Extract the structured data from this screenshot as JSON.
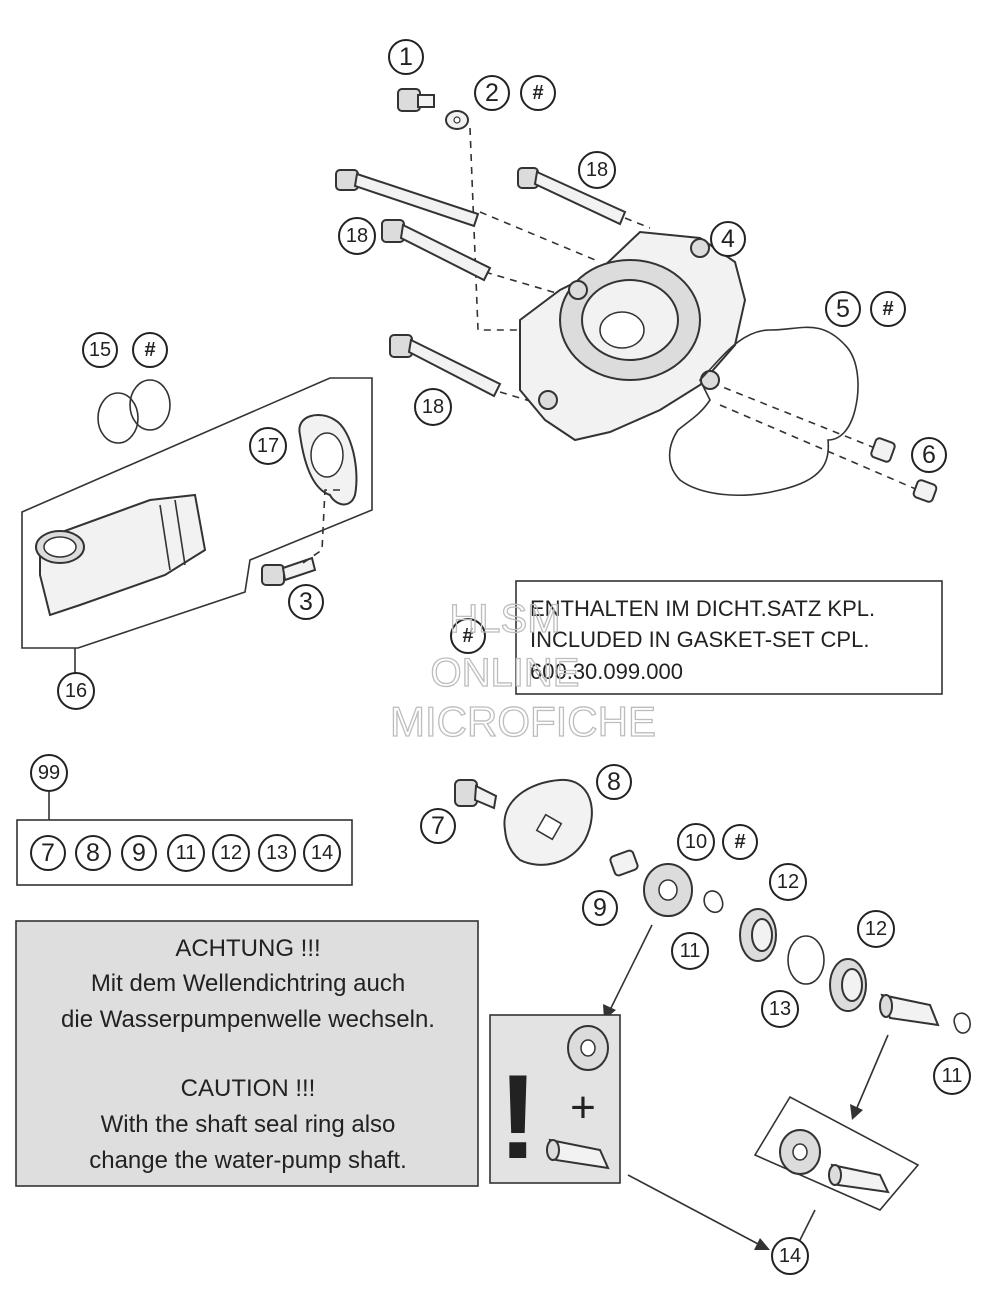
{
  "callouts": {
    "c1": "1",
    "c2": "2",
    "c3": "3",
    "c4": "4",
    "c5": "5",
    "c6": "6",
    "c7": "7",
    "c8": "8",
    "c9": "9",
    "c10": "10",
    "c11a": "11",
    "c11b": "11",
    "c12a": "12",
    "c12b": "12",
    "c13": "13",
    "c14": "14",
    "c15": "15",
    "c16": "16",
    "c17": "17",
    "c18a": "18",
    "c18b": "18",
    "c18c": "18",
    "c99": "99"
  },
  "hash_symbol": "#",
  "kit_items": [
    "7",
    "8",
    "9",
    "11",
    "12",
    "13",
    "14"
  ],
  "gasket_note": {
    "symbol": "#",
    "line1": "ENTHALTEN IM DICHT.SATZ KPL.",
    "line2": "INCLUDED IN GASKET-SET CPL.",
    "line3": "600.30.099.000"
  },
  "warning": {
    "line1": "ACHTUNG !!!",
    "line2": "Mit dem Wellendichtring auch",
    "line3": "die Wasserpumpenwelle wechseln.",
    "line4": "CAUTION !!!",
    "line5": "With the shaft seal ring also",
    "line6": "change the water-pump shaft."
  },
  "replace_box": {
    "exclamation": "!",
    "plus": "+"
  },
  "watermark": {
    "line1": "HLSM",
    "line2": "ONLINE",
    "line3": "MICROFICHE"
  }
}
